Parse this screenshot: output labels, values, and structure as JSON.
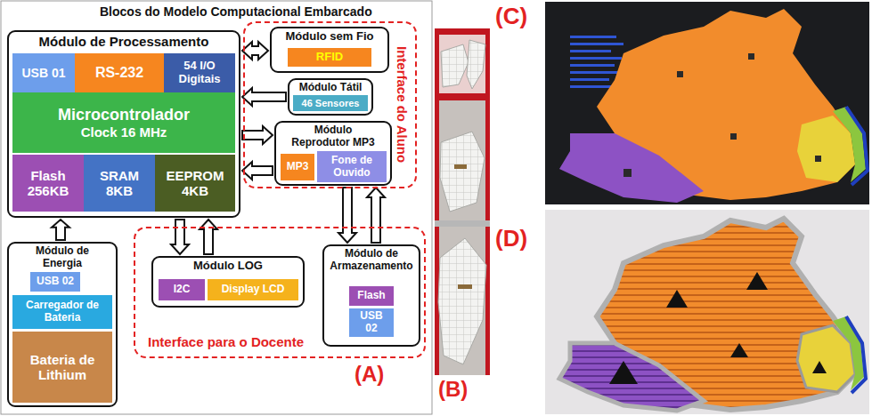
{
  "diagram": {
    "title": "Blocos do Modelo Computacional Embarcado",
    "nodes": [
      {
        "text": [
          "Módulo de Processamento"
        ]
      },
      {
        "text": [
          "USB 01"
        ],
        "in": 0
      },
      {
        "text": [
          "RS-232"
        ],
        "in": 0
      },
      {
        "text": [
          "54 I/O Digitais"
        ],
        "in": 0
      },
      {
        "text": [
          "Microcontrolador",
          "Clock 16 MHz"
        ],
        "in": 0
      },
      {
        "text": [
          "Flash 256KB"
        ],
        "in": 0
      },
      {
        "text": [
          "SRAM 8KB"
        ],
        "in": 0
      },
      {
        "text": [
          "EEPROM 4KB"
        ],
        "in": 0
      },
      {
        "text": [
          "Interface do Aluno"
        ]
      },
      {
        "text": [
          "Módulo sem Fio"
        ],
        "in": 8
      },
      {
        "text": [
          "RFID"
        ],
        "in": 9
      },
      {
        "text": [
          "Módulo Tátil"
        ],
        "in": 8
      },
      {
        "text": [
          "46 Sensores"
        ],
        "in": 11
      },
      {
        "text": [
          "Módulo Reprodutor MP3"
        ],
        "in": 8
      },
      {
        "text": [
          "MP3"
        ],
        "in": 13
      },
      {
        "text": [
          "Fone de Ouvido"
        ],
        "in": 13
      },
      {
        "text": [
          "Módulo de Energia"
        ]
      },
      {
        "text": [
          "USB 02"
        ],
        "in": 16
      },
      {
        "text": [
          "Carregador de Bateria"
        ],
        "in": 16
      },
      {
        "text": [
          "Bateria de Lithium"
        ],
        "in": 16
      },
      {
        "text": [
          "Interface para o Docente"
        ]
      },
      {
        "text": [
          "Módulo LOG"
        ],
        "in": 20
      },
      {
        "text": [
          "I2C"
        ],
        "in": 21
      },
      {
        "text": [
          "Display LCD"
        ],
        "in": 21
      },
      {
        "text": [
          "Módulo de Armazenamento"
        ],
        "in": 20
      },
      {
        "text": [
          "Flash"
        ],
        "in": 24
      },
      {
        "text": [
          "USB 02"
        ],
        "in": 24
      }
    ],
    "edges": [
      {
        "from": 0,
        "to": 9,
        "arrow": "both"
      },
      {
        "from": 11,
        "to": 0,
        "arrow": "to"
      },
      {
        "from": 0,
        "to": 13,
        "arrow": "to"
      },
      {
        "from": 13,
        "to": 0,
        "arrow": "to"
      },
      {
        "from": 16,
        "to": 0,
        "arrow": "to"
      },
      {
        "from": 0,
        "to": 21,
        "arrow": "to"
      },
      {
        "from": 21,
        "to": 0,
        "arrow": "to"
      },
      {
        "from": 13,
        "to": 24,
        "arrow": "to"
      },
      {
        "from": 24,
        "to": 13,
        "arrow": "to"
      }
    ],
    "labels": [
      "(A)",
      "(B)",
      "(C)",
      "(D)"
    ]
  }
}
